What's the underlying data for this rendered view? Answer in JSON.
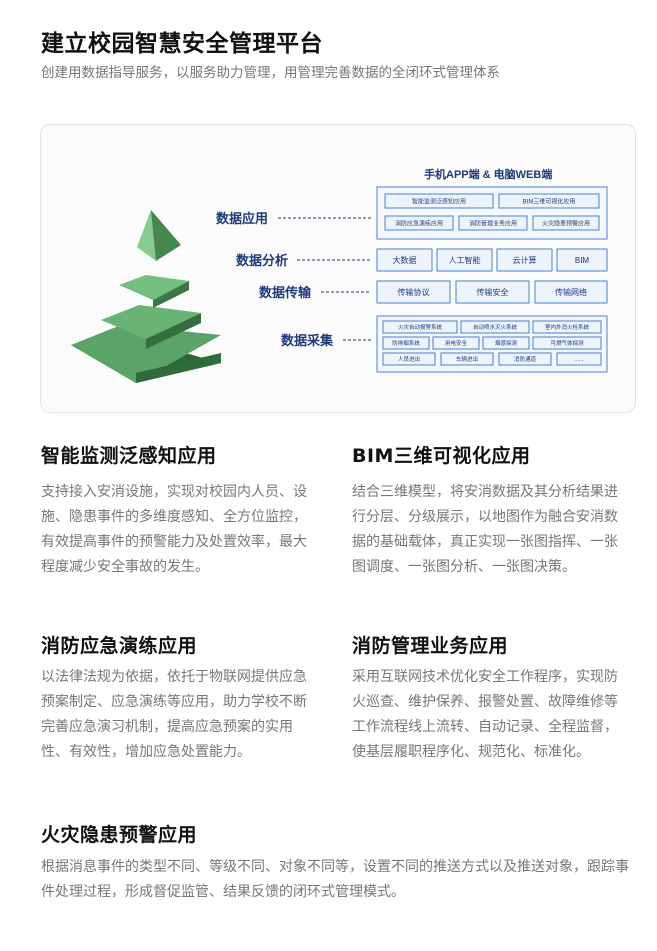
{
  "header": {
    "title": "建立校园智慧安全管理平台",
    "subtitle": "创建用数据指导服务，以服务助力管理，用管理完善数据的全闭环式管理体系"
  },
  "diagram": {
    "top_label": "手机APP端 & 电脑WEB端",
    "layers": [
      {
        "name": "数据应用",
        "items": [
          "智能监测泛感知应用",
          "BIM三维可视化应用",
          "消防应急演练应用",
          "消防管理业务应用",
          "火灾隐患预警应用"
        ]
      },
      {
        "name": "数据分析",
        "items": [
          "大数据",
          "人工智能",
          "云计算",
          "BIM"
        ]
      },
      {
        "name": "数据传输",
        "items": [
          "传输协议",
          "传输安全",
          "传输网络"
        ]
      },
      {
        "name": "数据采集",
        "items": [
          "火灾自动报警系统",
          "自动喷水灭火系统",
          "室内外消火栓系统",
          "防排烟系统",
          "用电安全",
          "烟感探测",
          "可燃气体探测",
          "人员进出",
          "车辆进出",
          "消防通道",
          "......"
        ]
      }
    ],
    "colors": {
      "pyramid": "#4f9a5e",
      "box_border": "#4a7fd0",
      "box_fill": "#eef4fd",
      "label": "#1f3a78"
    }
  },
  "sections": [
    {
      "title": "智能监测泛感知应用",
      "body": "支持接入安消设施，实现对校园内人员、设施、隐患事件的多维度感知、全方位监控，有效提高事件的预警能力及处置效率，最大程度减少安全事故的发生。"
    },
    {
      "title": "BIM三维可视化应用",
      "body": "结合三维模型，将安消数据及其分析结果进行分层、分级展示，以地图作为融合安消数据的基础载体，真正实现一张图指挥、一张图调度、一张图分析、一张图决策。"
    },
    {
      "title": "消防应急演练应用",
      "body": "以法律法规为依据，依托于物联网提供应急预案制定、应急演练等应用，助力学校不断完善应急演习机制，提高应急预案的实用性、有效性，增加应急处置能力。"
    },
    {
      "title": "消防管理业务应用",
      "body": "采用互联网技术优化安全工作程序，实现防火巡查、维护保养、报警处置、故障维修等工作流程线上流转、自动记录、全程监督，使基层履职程序化、规范化、标准化。"
    },
    {
      "title": "火灾隐患预警应用",
      "body": "根据消息事件的类型不同、等级不同、对象不同等，设置不同的推送方式以及推送对象，跟踪事件处理过程，形成督促监管、结果反馈的闭环式管理模式。"
    }
  ]
}
